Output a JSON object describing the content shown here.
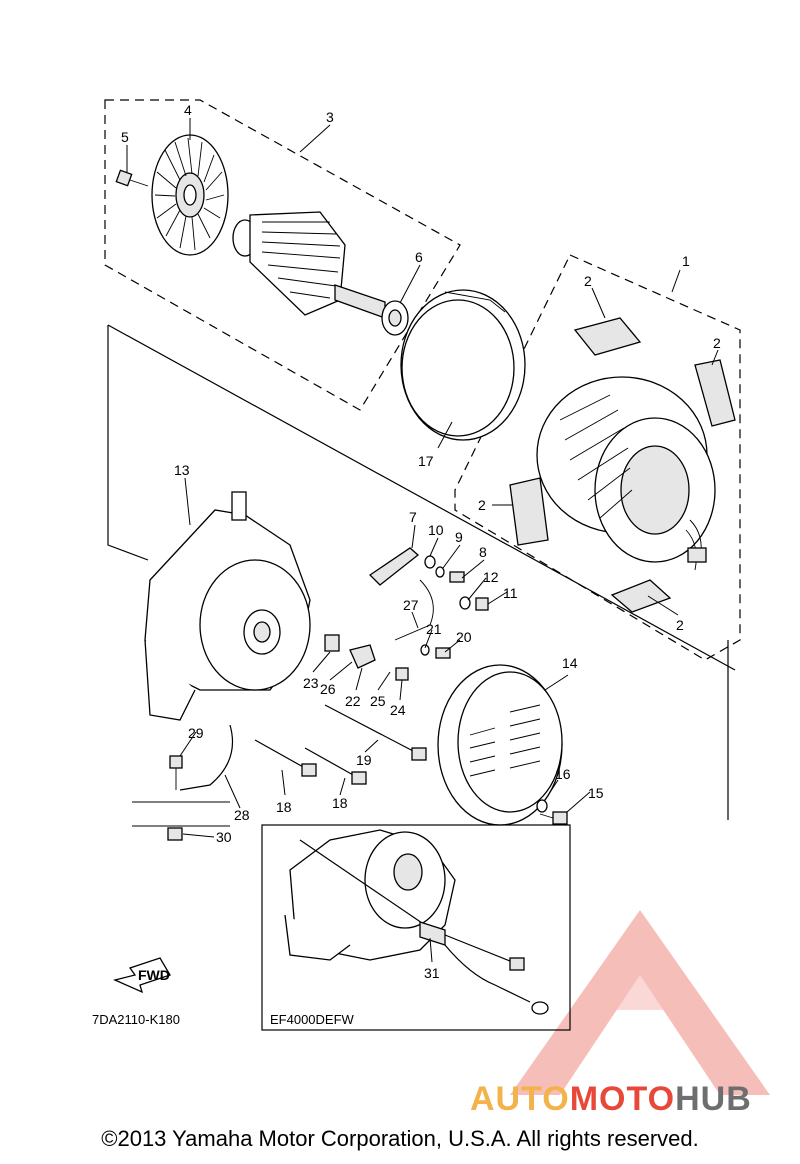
{
  "diagram": {
    "code": "7DA2110-K180",
    "inset_label": "EF4000DEFW",
    "fwd_label": "FWD",
    "copyright": "©2013 Yamaha Motor Corporation, U.S.A. All rights reserved.",
    "watermark": {
      "part_a": "AUTO",
      "part_b": "MOTO",
      "part_c": "HUB"
    },
    "callouts": [
      "1",
      "2",
      "2",
      "2",
      "2",
      "3",
      "4",
      "5",
      "6",
      "7",
      "8",
      "9",
      "10",
      "11",
      "12",
      "13",
      "14",
      "15",
      "16",
      "17",
      "18",
      "18",
      "19",
      "20",
      "21",
      "22",
      "23",
      "24",
      "25",
      "26",
      "27",
      "28",
      "29",
      "30",
      "31"
    ]
  },
  "colors": {
    "line": "#000000",
    "watermark_red": "#e8483a",
    "watermark_orange": "#f3b24a",
    "watermark_grey": "#6e6e6e"
  }
}
